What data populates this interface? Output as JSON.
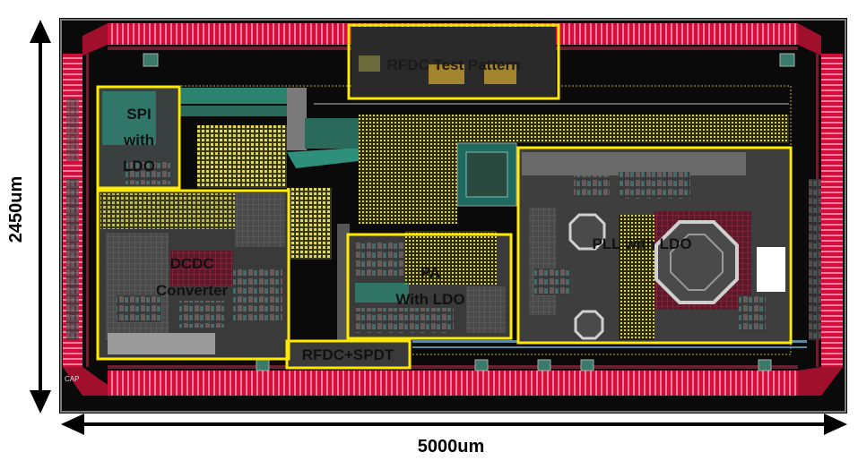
{
  "dimensions": {
    "height_label": "2450um",
    "width_label": "5000um"
  },
  "corner_mark": "CAP",
  "blocks": [
    {
      "id": "rfdc-test-pattern",
      "lines": [
        "RFDC Test Pattern"
      ]
    },
    {
      "id": "spi-ldo",
      "lines": [
        "SPI",
        "with",
        "LDO"
      ]
    },
    {
      "id": "dcdc-converter",
      "lines": [
        "DCDC",
        "Converter"
      ]
    },
    {
      "id": "pa-ldo",
      "lines": [
        "PA",
        "With LDO"
      ]
    },
    {
      "id": "pll-ldo",
      "lines": [
        "PLL with LDO"
      ]
    },
    {
      "id": "rfdc-spdt",
      "lines": [
        "RFDC+SPDT"
      ]
    }
  ],
  "colors": {
    "die_background": "#0a0a0a",
    "pad_ring": "#d0103a",
    "block_outline": "#ffea00",
    "metal_fill": "#d9d24a",
    "routing": "#2e8f7a"
  }
}
